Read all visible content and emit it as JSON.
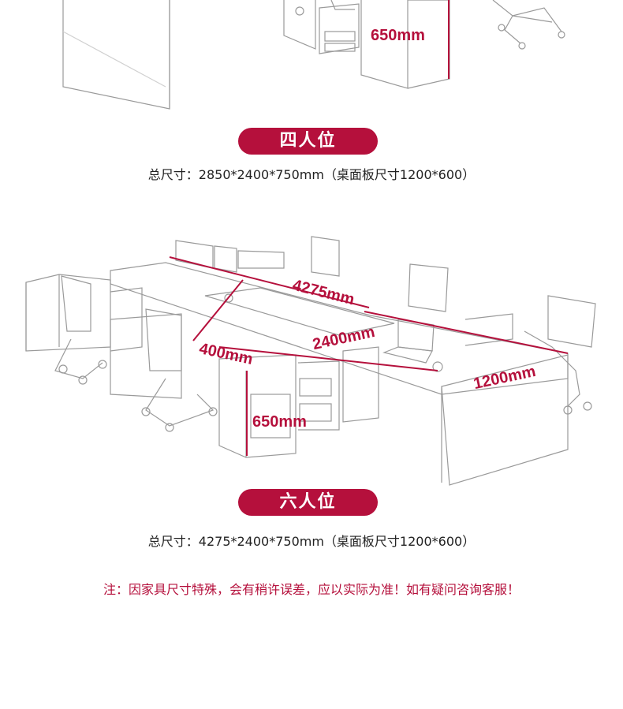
{
  "colors": {
    "accent": "#b5103c",
    "line": "#8a8a8a"
  },
  "four_seat": {
    "dim_height": "650mm",
    "badge": "四人位",
    "total_size": "总尺寸：2850*2400*750mm（桌面板尺寸1200*600）"
  },
  "six_seat": {
    "dim_length": "4275mm",
    "dim_width": "2400mm",
    "dim_side": "400mm",
    "dim_desk": "1200mm",
    "dim_height": "650mm",
    "badge": "六人位",
    "total_size": "总尺寸：4275*2400*750mm（桌面板尺寸1200*600）"
  },
  "note": "注：因家具尺寸特殊，会有稍许误差，应以实际为准！如有疑问咨询客服！"
}
